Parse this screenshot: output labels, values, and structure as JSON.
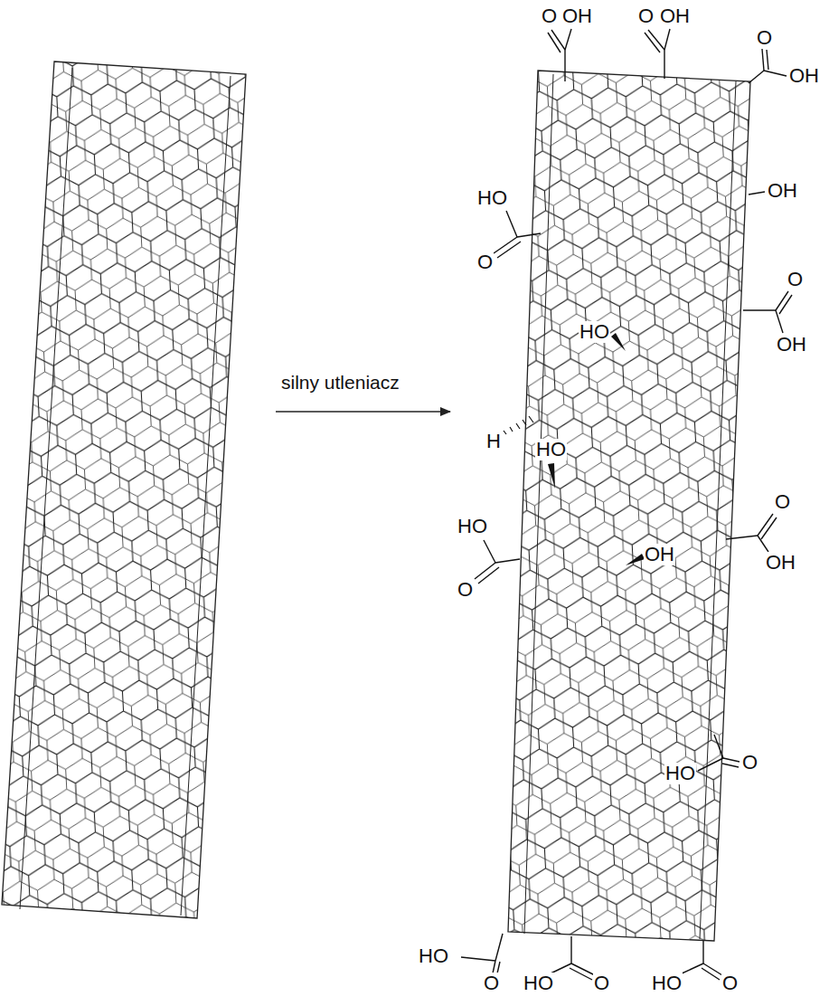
{
  "diagram": {
    "labels": [
      "silny utleniacz",
      "O",
      "OH",
      "O",
      "OH",
      "O",
      "OH",
      "HO",
      "O",
      "OH",
      "O",
      "OH",
      "HO",
      "H",
      "HO",
      "HO",
      "O",
      "O",
      "OH",
      "OH",
      "HO",
      "O",
      "HO",
      "O",
      "HO",
      "O",
      "HO",
      "O"
    ]
  }
}
